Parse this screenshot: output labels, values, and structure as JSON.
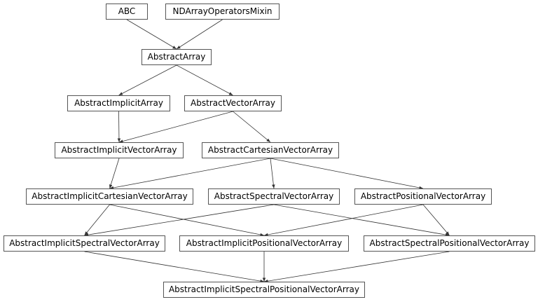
{
  "diagram": {
    "type": "class-inheritance-graph",
    "nodes": [
      {
        "id": "abc",
        "label": "ABC"
      },
      {
        "id": "ndmixin",
        "label": "NDArrayOperatorsMixin"
      },
      {
        "id": "aa",
        "label": "AbstractArray"
      },
      {
        "id": "aia",
        "label": "AbstractImplicitArray"
      },
      {
        "id": "ava",
        "label": "AbstractVectorArray"
      },
      {
        "id": "aiva",
        "label": "AbstractImplicitVectorArray"
      },
      {
        "id": "acva",
        "label": "AbstractCartesianVectorArray"
      },
      {
        "id": "aicva",
        "label": "AbstractImplicitCartesianVectorArray"
      },
      {
        "id": "asva",
        "label": "AbstractSpectralVectorArray"
      },
      {
        "id": "apva",
        "label": "AbstractPositionalVectorArray"
      },
      {
        "id": "aisva",
        "label": "AbstractImplicitSpectralVectorArray"
      },
      {
        "id": "aipva",
        "label": "AbstractImplicitPositionalVectorArray"
      },
      {
        "id": "aspva",
        "label": "AbstractSpectralPositionalVectorArray"
      },
      {
        "id": "aispva",
        "label": "AbstractImplicitSpectralPositionalVectorArray"
      }
    ],
    "edges": [
      [
        "abc",
        "aa"
      ],
      [
        "ndmixin",
        "aa"
      ],
      [
        "aa",
        "aia"
      ],
      [
        "aa",
        "ava"
      ],
      [
        "aia",
        "aiva"
      ],
      [
        "ava",
        "aiva"
      ],
      [
        "ava",
        "acva"
      ],
      [
        "aiva",
        "aicva"
      ],
      [
        "acva",
        "aicva"
      ],
      [
        "acva",
        "asva"
      ],
      [
        "acva",
        "apva"
      ],
      [
        "aicva",
        "aisva"
      ],
      [
        "asva",
        "aisva"
      ],
      [
        "aicva",
        "aipva"
      ],
      [
        "apva",
        "aipva"
      ],
      [
        "asva",
        "aspva"
      ],
      [
        "apva",
        "aspva"
      ],
      [
        "aisva",
        "aispva"
      ],
      [
        "aipva",
        "aispva"
      ],
      [
        "aspva",
        "aispva"
      ]
    ],
    "colors": {
      "node_border": "#555555",
      "edge": "#333333",
      "text": "#000000",
      "background": "#ffffff"
    }
  }
}
